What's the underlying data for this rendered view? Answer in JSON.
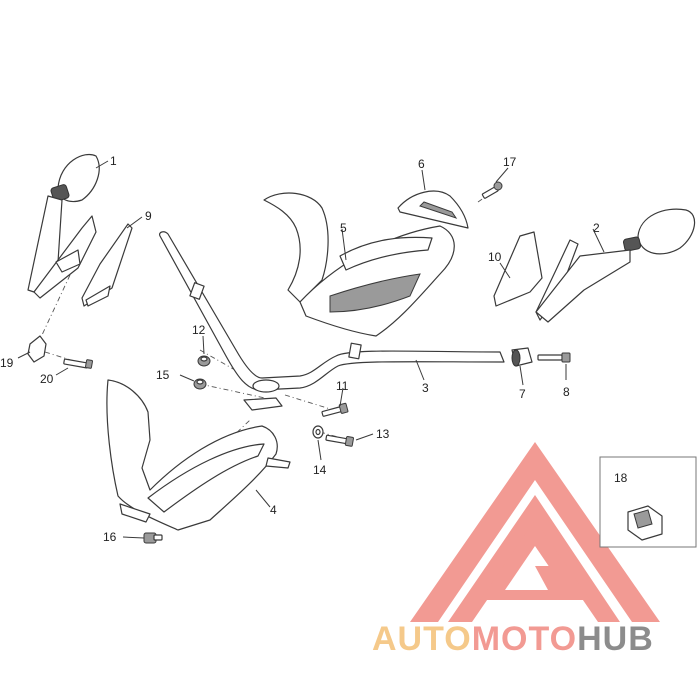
{
  "callouts": {
    "c1": "1",
    "c2": "2",
    "c3": "3",
    "c4": "4",
    "c5": "5",
    "c6": "6",
    "c7": "7",
    "c8": "8",
    "c9": "9",
    "c10": "10",
    "c11": "11",
    "c12": "12",
    "c13": "13",
    "c14": "14",
    "c15": "15",
    "c16": "16",
    "c17": "17",
    "c18": "18",
    "c19": "19",
    "c20": "20"
  },
  "watermark": {
    "part1": "AUTO",
    "part2": "MOTO",
    "part3": "HUB",
    "colors": {
      "auto": "#f5c98a",
      "moto": "#f29a93",
      "hub": "#8c8c8c",
      "logo": "#f29a93"
    }
  }
}
